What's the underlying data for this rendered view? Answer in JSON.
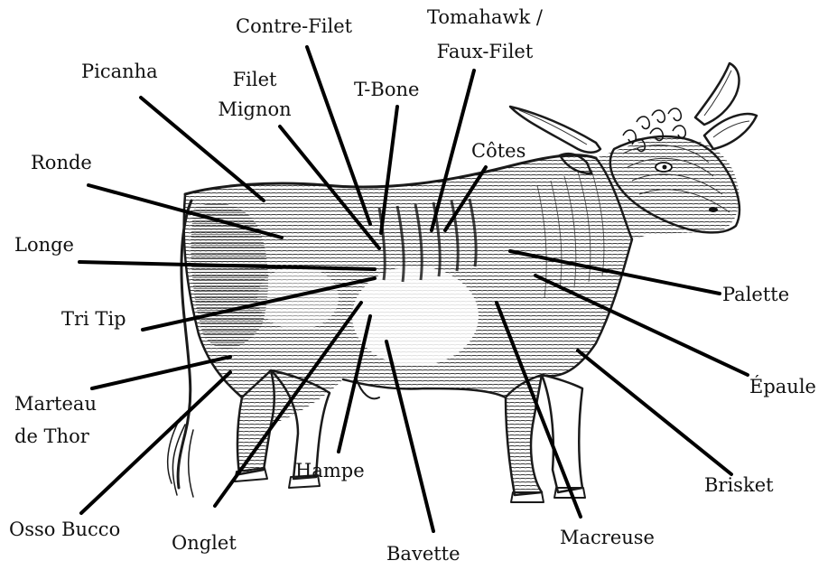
{
  "labels": {
    "contre_filet": "Contre-Filet",
    "tomahawk_1": "Tomahawk /",
    "tomahawk_2": "Faux-Filet",
    "picanha": "Picanha",
    "filet_mignon_1": "Filet",
    "filet_mignon_2": "Mignon",
    "t_bone": "T-Bone",
    "cotes": "Côtes",
    "ronde": "Ronde",
    "longe": "Longe",
    "tri_tip": "Tri Tip",
    "marteau_1": "Marteau",
    "marteau_2": "de Thor",
    "osso_bucco": "Osso Bucco",
    "onglet": "Onglet",
    "hampe": "Hampe",
    "bavette": "Bavette",
    "macreuse": "Macreuse",
    "brisket": "Brisket",
    "epaule": "Épaule",
    "palette": "Palette"
  },
  "colors": {
    "ink": "#000000",
    "background": "#ffffff"
  }
}
